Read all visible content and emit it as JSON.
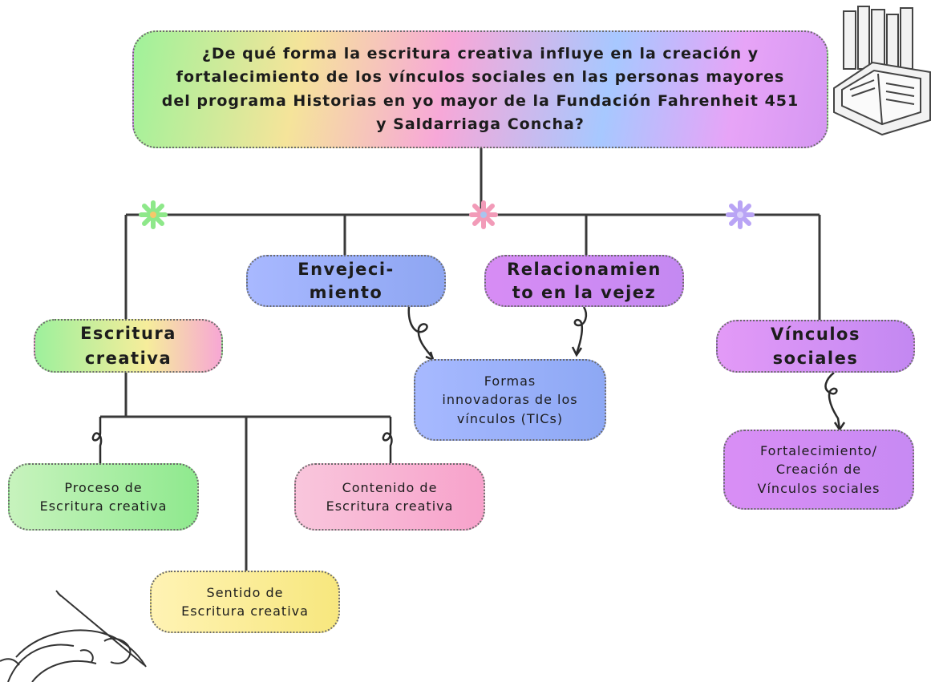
{
  "question": "¿De qué forma la escritura creativa influye en la creación y\nfortalecimiento de los vínculos sociales en las personas mayores\ndel programa Historias en yo mayor de la Fundación Fahrenheit 451\ny Saldarriaga Concha?",
  "nodes": {
    "envejecimiento": "Envejeci-\nmiento",
    "relacionamiento": "Relacionamien\nto en la vejez",
    "escritura_creativa": "Escritura\ncreativa",
    "vinculos_sociales": "Vínculos\nsociales",
    "formas_innovadoras": "Formas\ninnovadoras de los\nvínculos (TICs)",
    "fortalecimiento": "Fortalecimiento/\nCreación de\nVínculos sociales",
    "proceso": "Proceso de\nEscritura creativa",
    "contenido": "Contenido de\nEscritura creativa",
    "sentido": "Sentido de\nEscritura creativa"
  },
  "colors": {
    "line": "#3a3a3a",
    "flower_green": "#8ee88a",
    "flower_pink": "#f29bb8",
    "flower_purple": "#b9a4f5"
  },
  "icons": [
    "flower-icon",
    "books-illustration",
    "hand-writing-illustration"
  ]
}
